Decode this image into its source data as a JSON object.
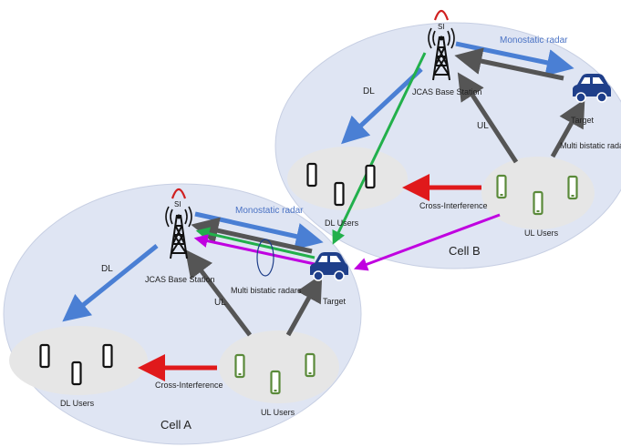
{
  "cells": {
    "a": {
      "name": "Cell A",
      "bs_label": "JCAS Base Station",
      "target_label": "Target",
      "dl_users_label": "DL Users",
      "ul_users_label": "UL Users",
      "dl_label": "DL",
      "ul_label": "UL",
      "cross_label": "Cross-Interference",
      "mono_label": "Monostatic radar",
      "multi_label": "Multi bistatic radars",
      "si_label": "SI"
    },
    "b": {
      "name": "Cell B",
      "bs_label": "JCAS Base Station",
      "target_label": "Target",
      "dl_users_label": "DL Users",
      "ul_users_label": "UL Users",
      "dl_label": "DL",
      "ul_label": "UL",
      "cross_label": "Cross-Interference",
      "mono_label": "Monostatic radar",
      "multi_label": "Multi bistatic radar",
      "si_label": "SI"
    }
  },
  "colors": {
    "cell_fill": "#dfe5f3",
    "group_fill": "#e6e6e6",
    "dl_arrow": "#4a7fd4",
    "ul_arrow": "#555555",
    "cross_arrow": "#e0191b",
    "green_arrow": "#22b04b",
    "purple_arrow": "#c000e0",
    "car": "#1f3f8a",
    "ul_device": "#5a8a3a",
    "dl_device": "#111111"
  },
  "icons": [
    "tower-icon",
    "car-icon",
    "phone-icon"
  ]
}
